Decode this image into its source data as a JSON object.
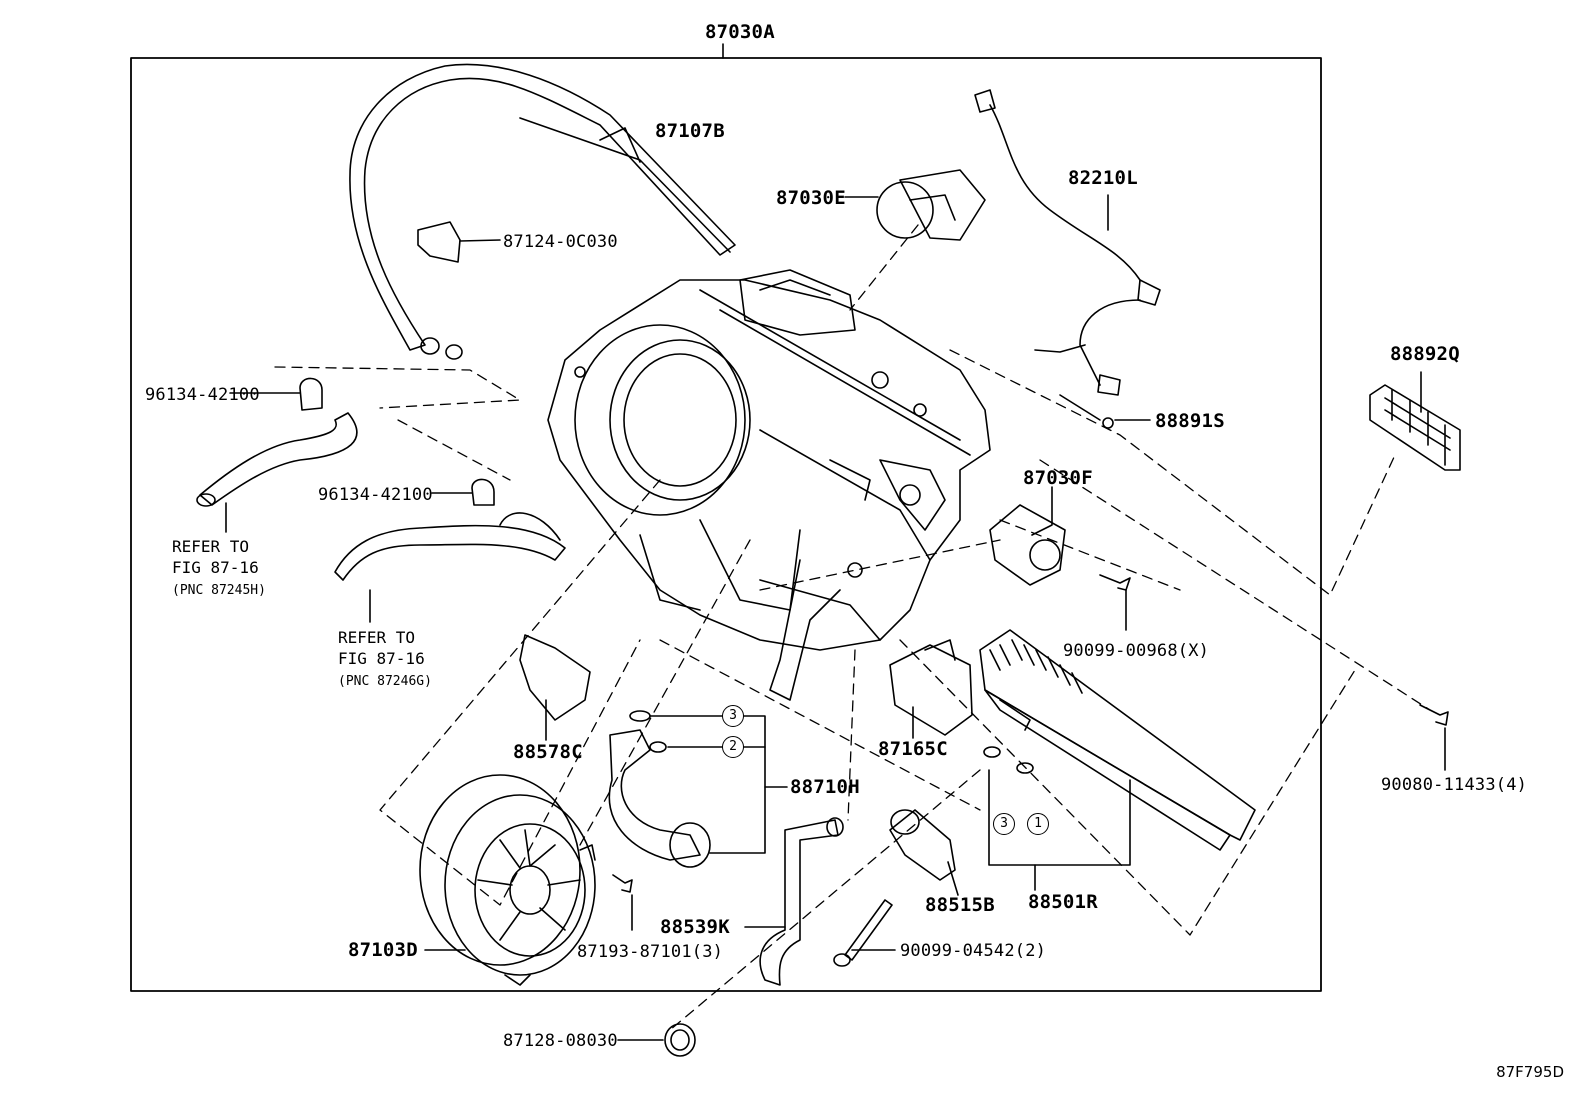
{
  "title": "87030A",
  "figure_code": "87F795D",
  "parts": {
    "p87107B": "87107B",
    "p87124": "87124-0C030",
    "p87030E": "87030E",
    "p82210L": "82210L",
    "p88892Q": "88892Q",
    "p88891S": "88891S",
    "p96134_a": "96134-42100",
    "p96134_b": "96134-42100",
    "p87030F": "87030F",
    "p90099_00968": "90099-00968(X)",
    "p90080": "90080-11433(4)",
    "p88578C": "88578C",
    "p88710H": "88710H",
    "p87165C": "87165C",
    "p88539K": "88539K",
    "p88515B": "88515B",
    "p88501R": "88501R",
    "p87103D": "87103D",
    "p87193": "87193-87101(3)",
    "p90099_04542": "90099-04542(2)",
    "p87128": "87128-08030"
  },
  "refs": {
    "r1": {
      "line1": "REFER TO",
      "line2": "FIG 87-16",
      "line3": "(PNC 87245H)"
    },
    "r2": {
      "line1": "REFER TO",
      "line2": "FIG 87-16",
      "line3": "(PNC 87246G)"
    }
  },
  "callouts": {
    "c3a": "3",
    "c2a": "2",
    "c3b": "3",
    "c1b": "1"
  }
}
